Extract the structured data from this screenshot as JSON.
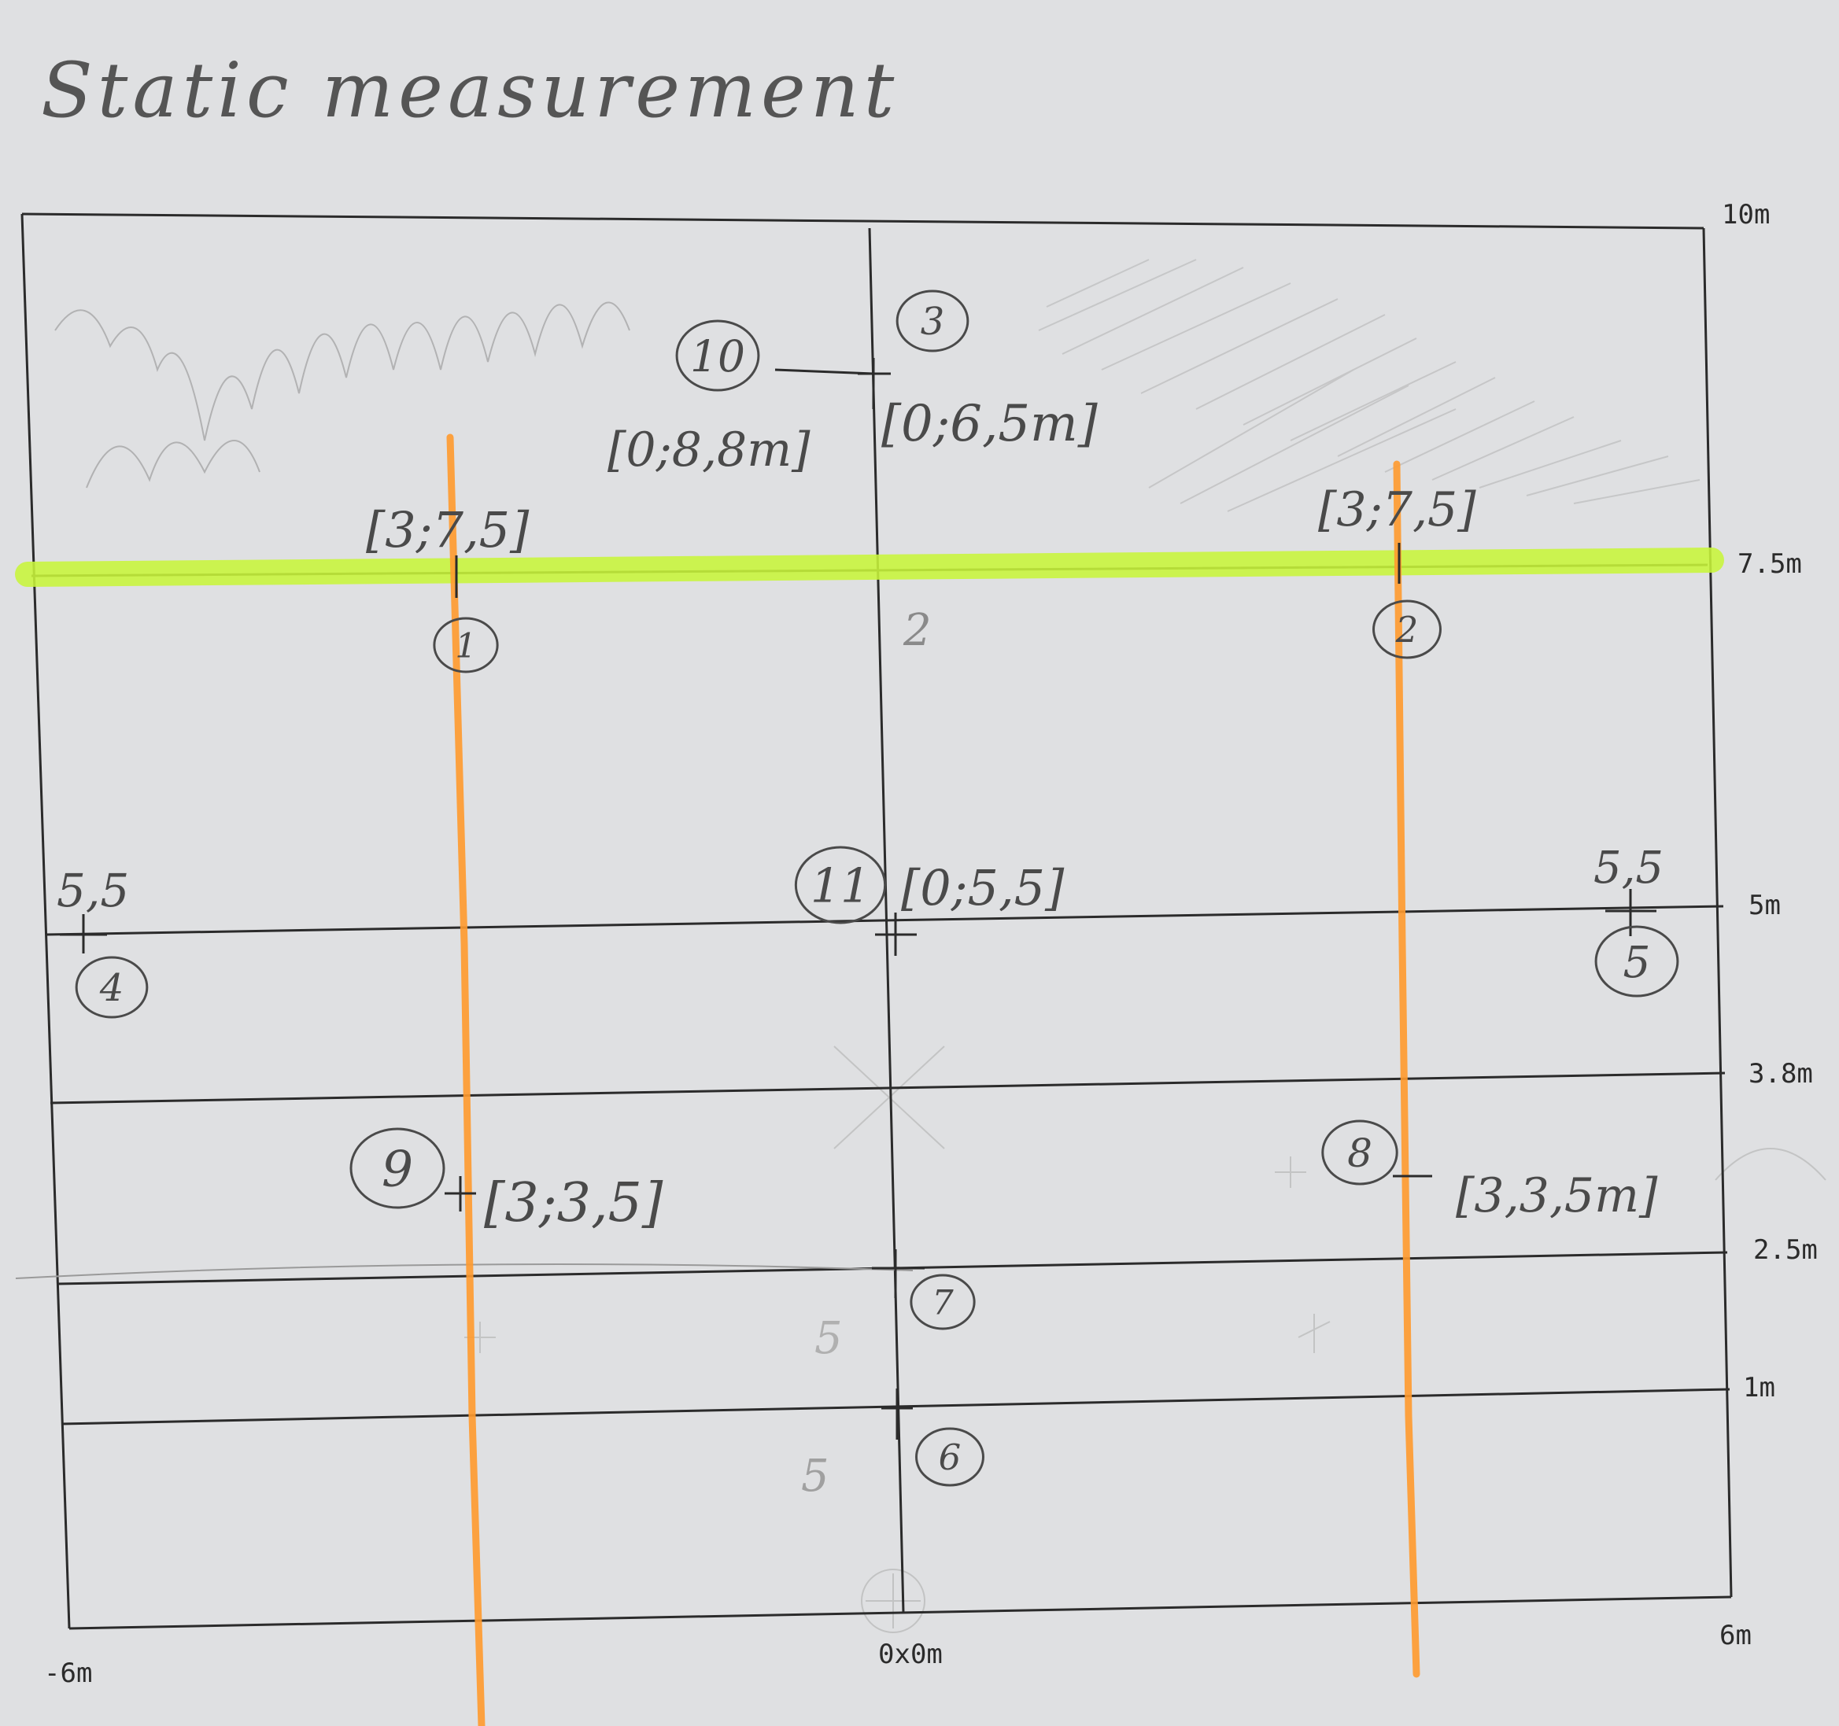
{
  "title": "Static measurement",
  "y_scale_labels": [
    "10m",
    "7.5m",
    "5m",
    "3.8m",
    "2.5m",
    "1m"
  ],
  "x_scale_labels": {
    "left": "-6m",
    "origin": "0x0m",
    "right": "6m"
  },
  "points": [
    {
      "number": "1",
      "label": "[3;7,5]"
    },
    {
      "number": "2",
      "label": "[3;7,5]"
    },
    {
      "number": "3",
      "label": "[0;6,5m]"
    },
    {
      "number": "4",
      "label": "5,5"
    },
    {
      "number": "5",
      "label": "5,5"
    },
    {
      "number": "6",
      "label": ""
    },
    {
      "number": "7",
      "label": ""
    },
    {
      "number": "8",
      "label": "[3,3,5m]"
    },
    {
      "number": "9",
      "label": "[3;3,5]"
    },
    {
      "number": "10",
      "label": "[0;8,8m]"
    },
    {
      "number": "11",
      "label": "[0;5,5]"
    }
  ],
  "stray_marks": [
    "2",
    "5",
    "5"
  ],
  "colors": {
    "paper": "#dfe0e2",
    "ink_line": "#2b2b2b",
    "pencil": "#4a4a4a",
    "pencil_faint": "#9a9a9a",
    "highlighter_green": "#c8f53a",
    "highlighter_orange": "#ff9a2e"
  }
}
